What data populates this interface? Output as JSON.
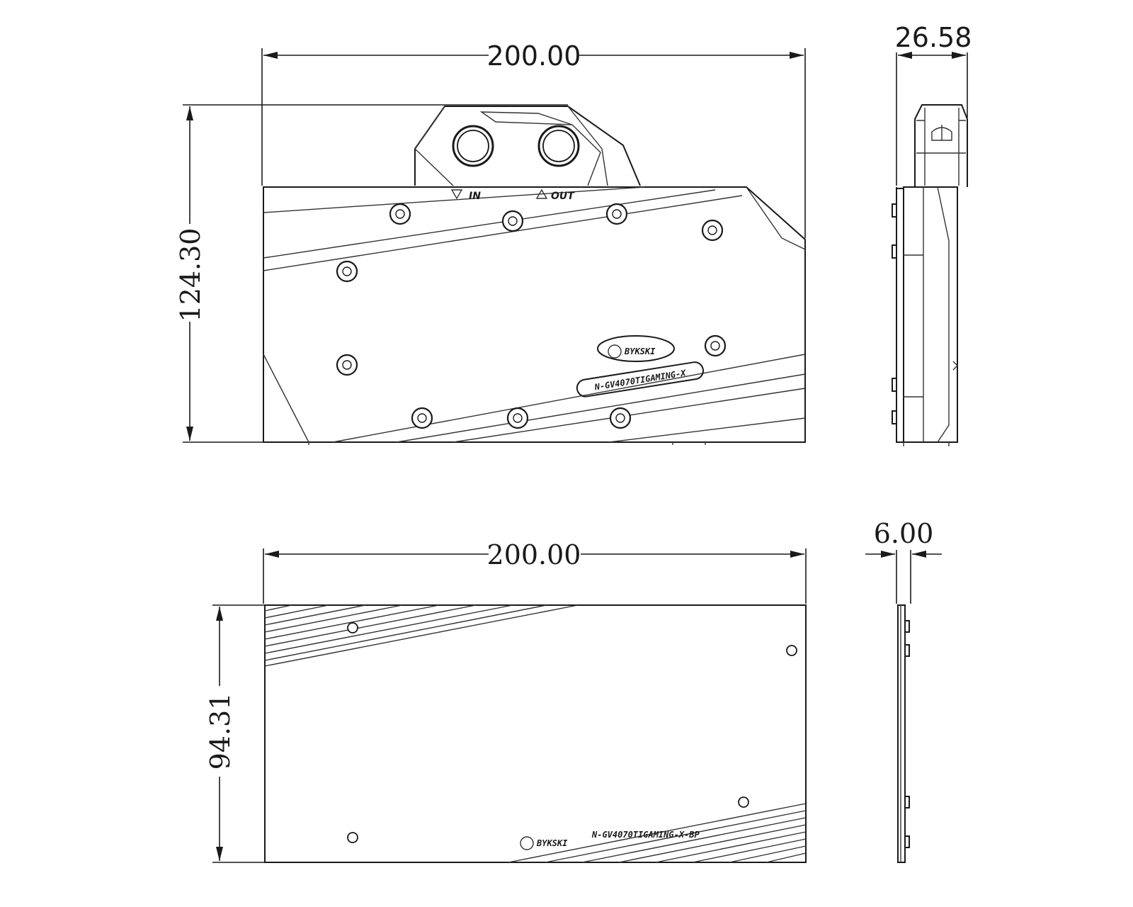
{
  "dimensions": {
    "block_width": "200.00",
    "block_height": "124.30",
    "block_thickness": "26.58",
    "backplate_width": "200.00",
    "backplate_height": "94.31",
    "backplate_thickness": "6.00"
  },
  "labels": {
    "inlet": "IN",
    "outlet": "OUT",
    "block_brand": "BYKSKI",
    "block_model": "N-GV4070TIGAMING-X",
    "backplate_brand": "BYKSKI",
    "backplate_model": "N-GV4070TIGAMING-X-BP"
  },
  "icons": {
    "inlet_arrow": "triangle-down-icon",
    "outlet_arrow": "triangle-up-icon",
    "brand_logo": "bykski-logo-icon",
    "screw": "screw-icon",
    "mount_hole": "mount-hole-icon"
  },
  "colors": {
    "line": "#1a1a1a",
    "background": "#ffffff"
  }
}
